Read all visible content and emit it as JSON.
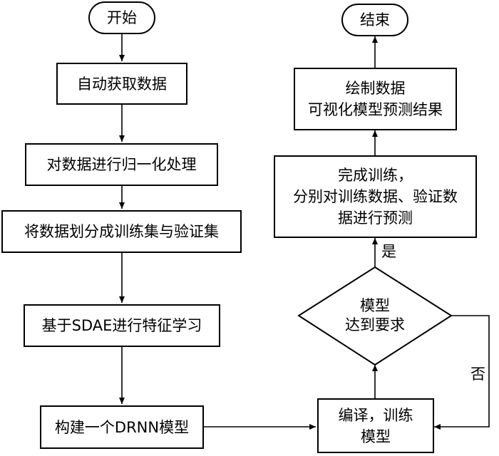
{
  "left_column": {
    "start": "开始",
    "step1": "自动获取数据",
    "step2": "对数据进行归一化处理",
    "step3": "将数据划分成训练集与验证集",
    "step4": "基于SDAE进行特征学习",
    "step5": "构建一个DRNN模型"
  },
  "right_column": {
    "train_line1": "编译，训练",
    "train_line2": "模型",
    "decision_line1": "模型",
    "decision_line2": "达到要求",
    "predict_line1": "完成训练，",
    "predict_line2": "分别对训练数据、验证数",
    "predict_line3": "据进行预测",
    "visualize_line1": "绘制数据",
    "visualize_line2": "可视化模型预测结果",
    "end": "结束"
  },
  "branch_labels": {
    "yes": "是",
    "no": "否"
  }
}
